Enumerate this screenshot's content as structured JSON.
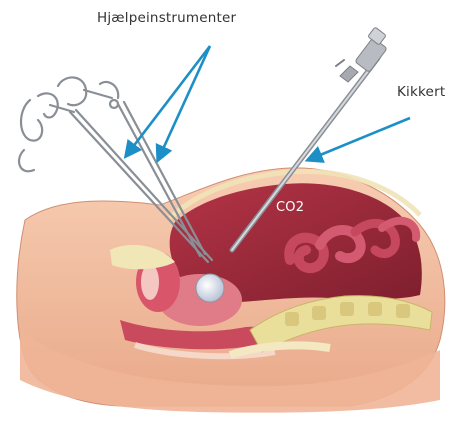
{
  "labels": {
    "helper_instruments": "Hjælpeinstrumenter",
    "scope": "Kikkert",
    "gas": "CO2"
  },
  "colors": {
    "arrow": "#1b8fc6",
    "skin": "#f4c3a4",
    "abdominal_cavity": "#9e2b3c",
    "bowel": "#c6485f",
    "bone": "#eadf9a",
    "fat": "#f3e8c2"
  },
  "icons": [
    "laparoscopic-forceps-icon",
    "laparoscope-icon"
  ]
}
